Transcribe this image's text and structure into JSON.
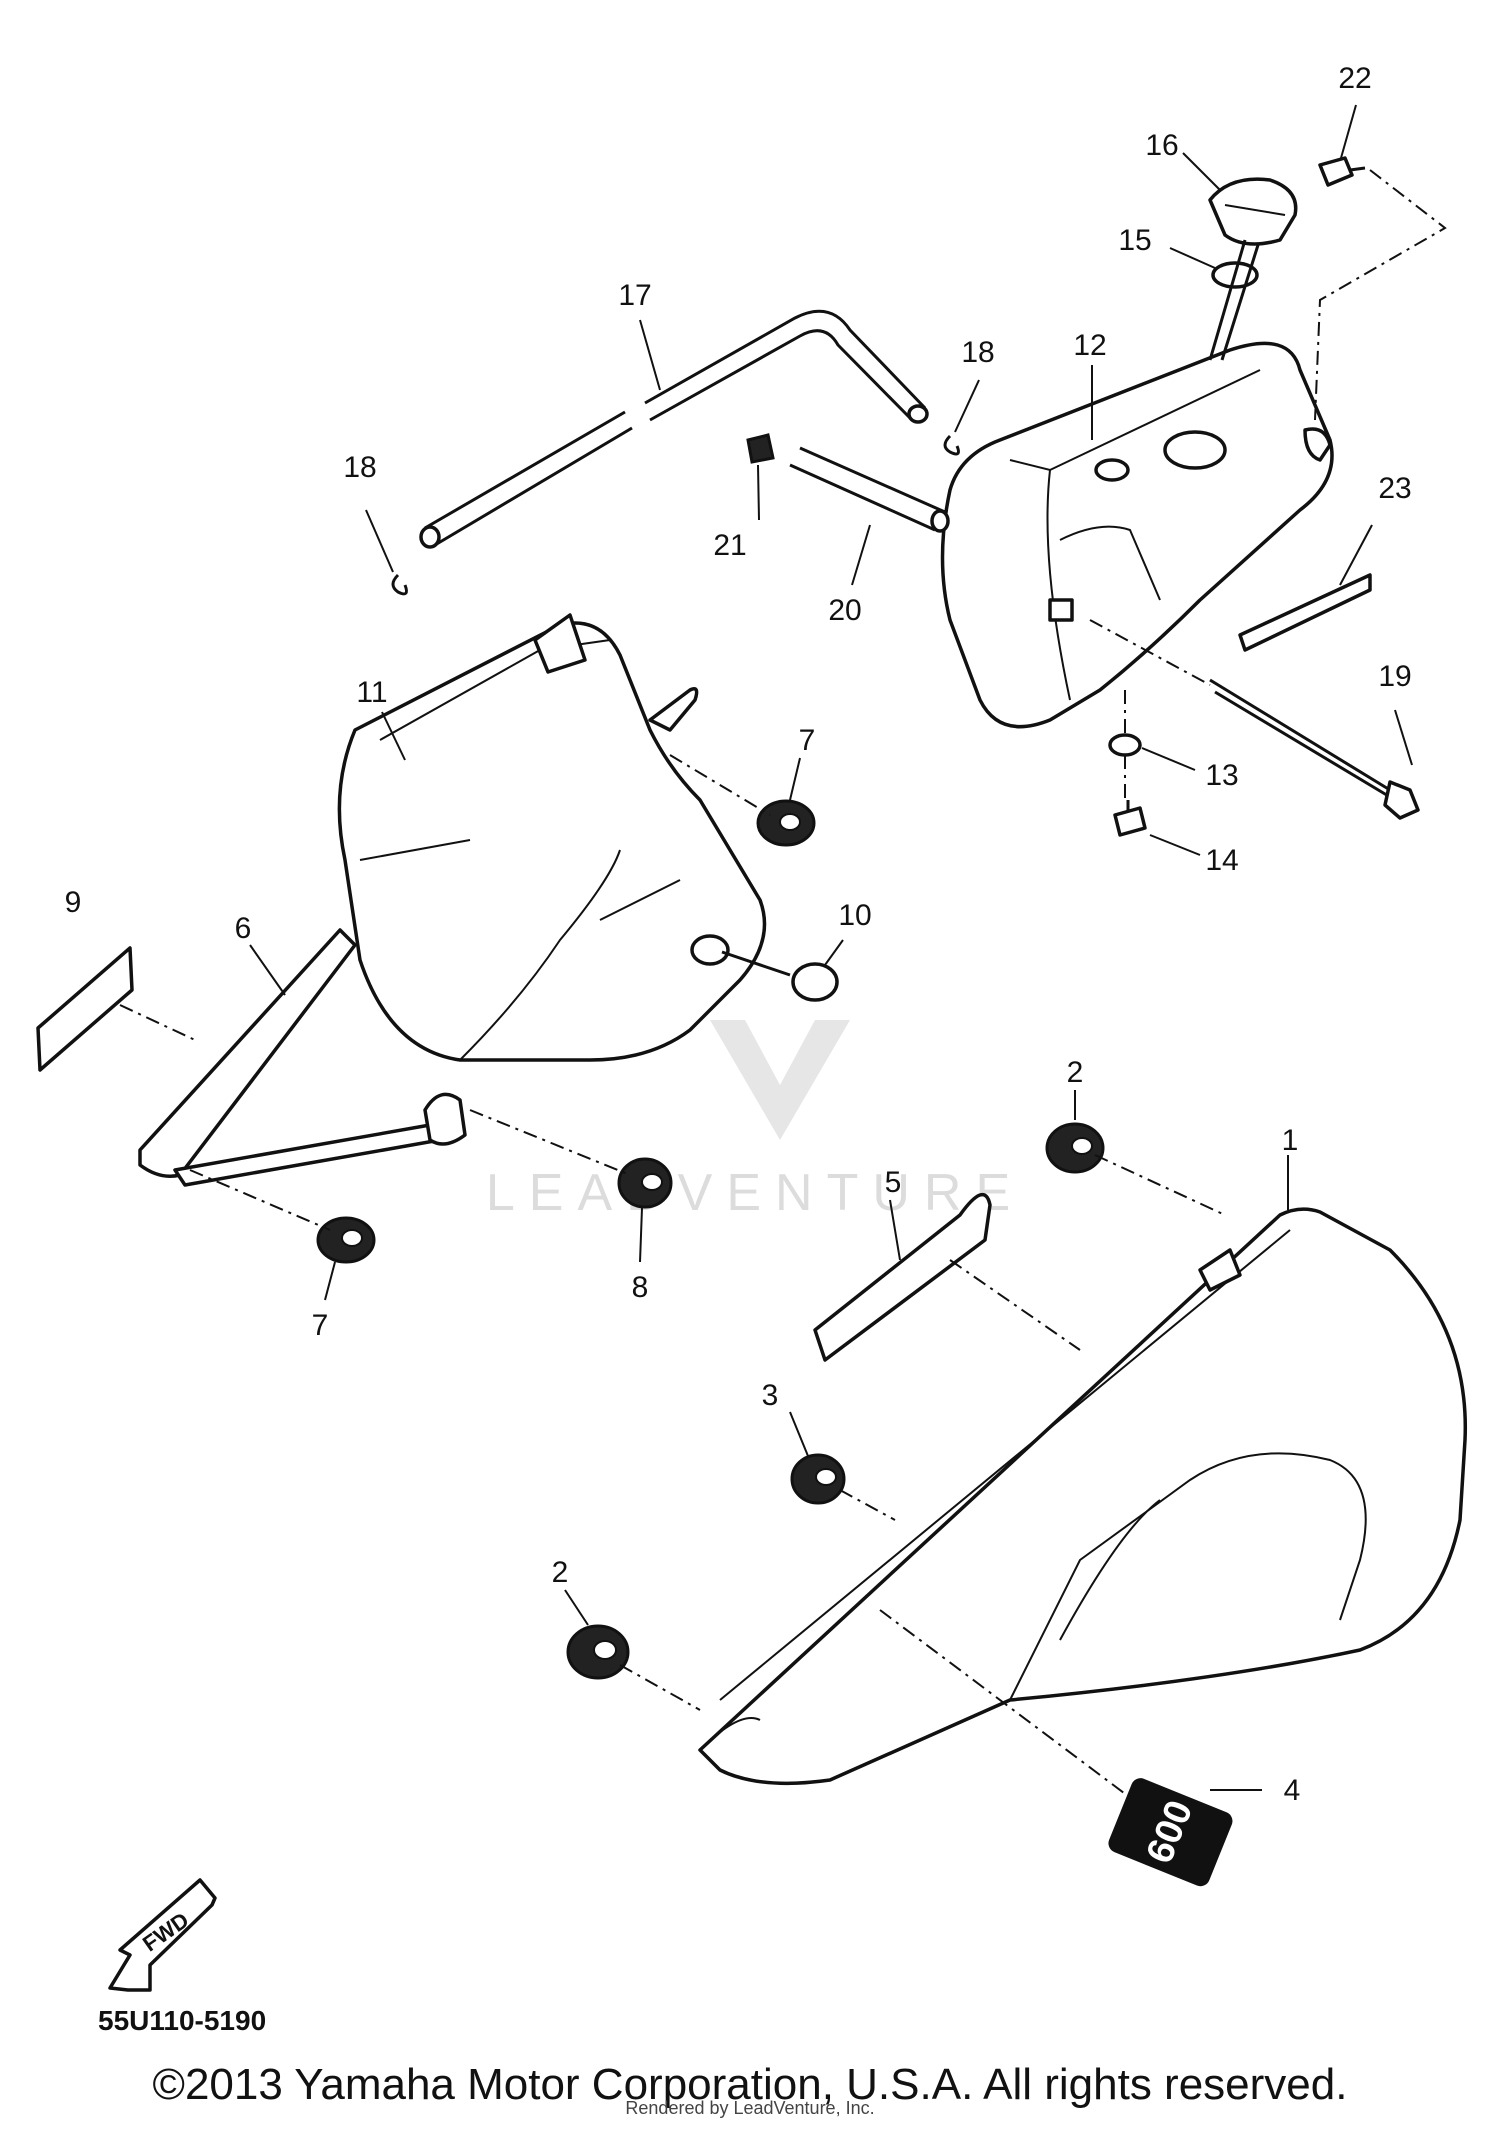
{
  "diagram": {
    "callouts": [
      "1",
      "2",
      "3",
      "4",
      "5",
      "6",
      "7",
      "8",
      "9",
      "10",
      "11",
      "12",
      "13",
      "14",
      "15",
      "16",
      "17",
      "18",
      "19",
      "20",
      "21",
      "22",
      "23"
    ],
    "drawing_code": "55U110-5190",
    "fwd_label": "FWD",
    "decal_text": "600",
    "watermark": "LEADVENTURE"
  },
  "footer": {
    "copyright": "©2013 Yamaha Motor Corporation, U.S.A. All rights reserved.",
    "rendered_by": "Rendered by LeadVenture, Inc."
  }
}
